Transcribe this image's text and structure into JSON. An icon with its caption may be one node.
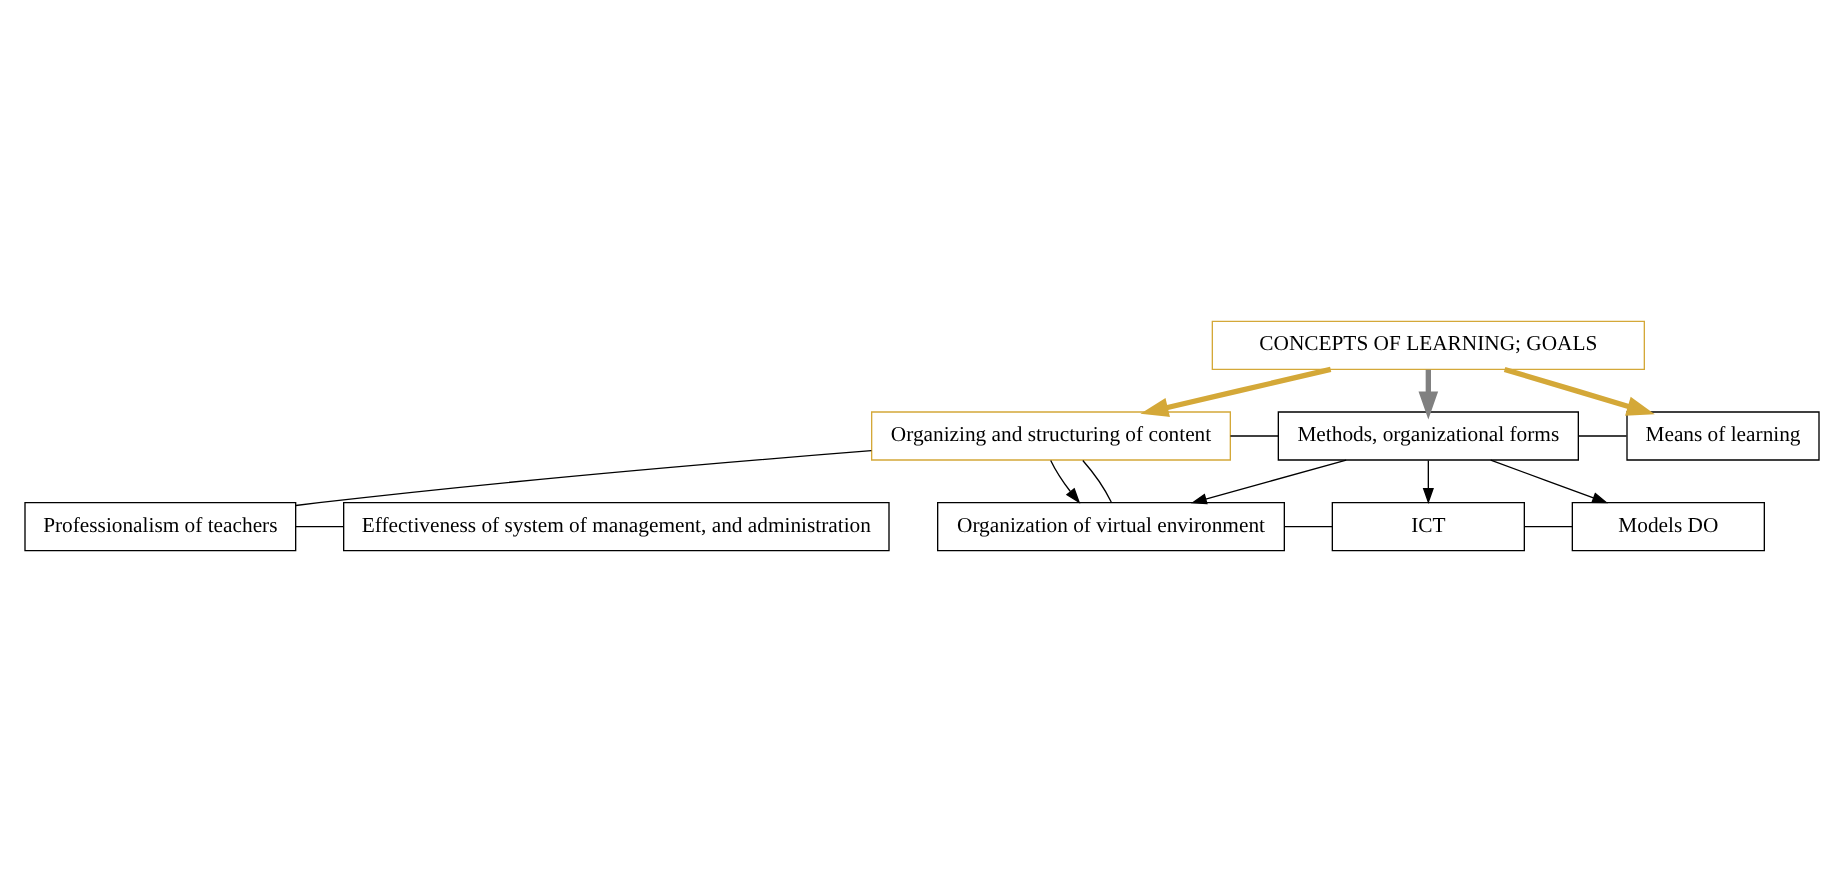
{
  "diagram": {
    "nodes": [
      {
        "text": [
          "CONCEPTS OF LEARNING; GOALS"
        ]
      },
      {
        "text": [
          "Organizing and structuring of content"
        ]
      },
      {
        "text": [
          "Methods, organizational forms"
        ]
      },
      {
        "text": [
          "Means of learning"
        ]
      },
      {
        "text": [
          "Organization of virtual environment"
        ]
      },
      {
        "text": [
          "ICT"
        ]
      },
      {
        "text": [
          "Models DO"
        ]
      },
      {
        "text": [
          "Professionalism of teachers"
        ]
      },
      {
        "text": [
          "Effectiveness of system of management, and administration"
        ]
      }
    ],
    "edges": [
      {
        "from": 0,
        "to": 1,
        "arrow": "to",
        "style": "thick",
        "color": "#d4a838"
      },
      {
        "from": 0,
        "to": 2,
        "arrow": "to",
        "style": "thick",
        "color": "#808080"
      },
      {
        "from": 0,
        "to": 3,
        "arrow": "to",
        "style": "thick",
        "color": "#d4a838"
      },
      {
        "from": 1,
        "to": 2,
        "arrow": "none"
      },
      {
        "from": 2,
        "to": 3,
        "arrow": "none"
      },
      {
        "from": 1,
        "to": 4,
        "arrow": "to"
      },
      {
        "from": 2,
        "to": 4,
        "arrow": "to"
      },
      {
        "from": 2,
        "to": 5,
        "arrow": "to"
      },
      {
        "from": 2,
        "to": 6,
        "arrow": "to"
      },
      {
        "from": 4,
        "to": 5,
        "arrow": "none"
      },
      {
        "from": 5,
        "to": 6,
        "arrow": "none"
      },
      {
        "from": 1,
        "to": 4,
        "arrow": "none"
      },
      {
        "from": 1,
        "to": 7,
        "arrow": "none"
      },
      {
        "from": 7,
        "to": 8,
        "arrow": "none"
      }
    ]
  }
}
